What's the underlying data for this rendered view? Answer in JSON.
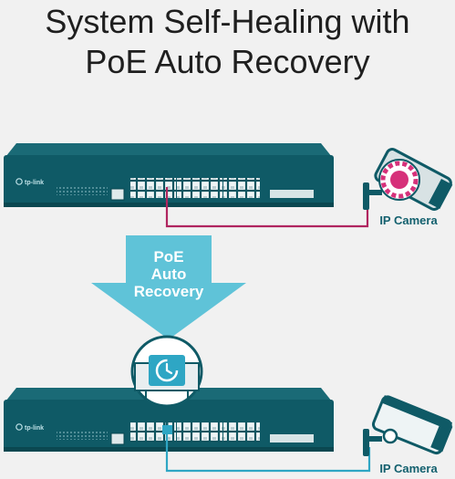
{
  "title": {
    "line1": "System Self-Healing with",
    "line2": "PoE Auto Recovery"
  },
  "brand": "tp-link",
  "camera_label": "IP Camera",
  "arrow_label": {
    "line1": "PoE",
    "line2": "Auto",
    "line3": "Recovery"
  },
  "colors": {
    "background": "#f1f1f1",
    "switch_body": "#0f5a66",
    "switch_front": "#0c4e58",
    "faulty_cable": "#b0255f",
    "recovered_cable": "#2ea6c4",
    "arrow": "#5fc3d8",
    "camera_fault_accent": "#d6317a",
    "label": "#13606e"
  },
  "icons": {
    "arrow_badge": "power-restore-icon",
    "camera_top": "camera-fault-icon",
    "camera_bottom": "ip-camera-icon"
  }
}
